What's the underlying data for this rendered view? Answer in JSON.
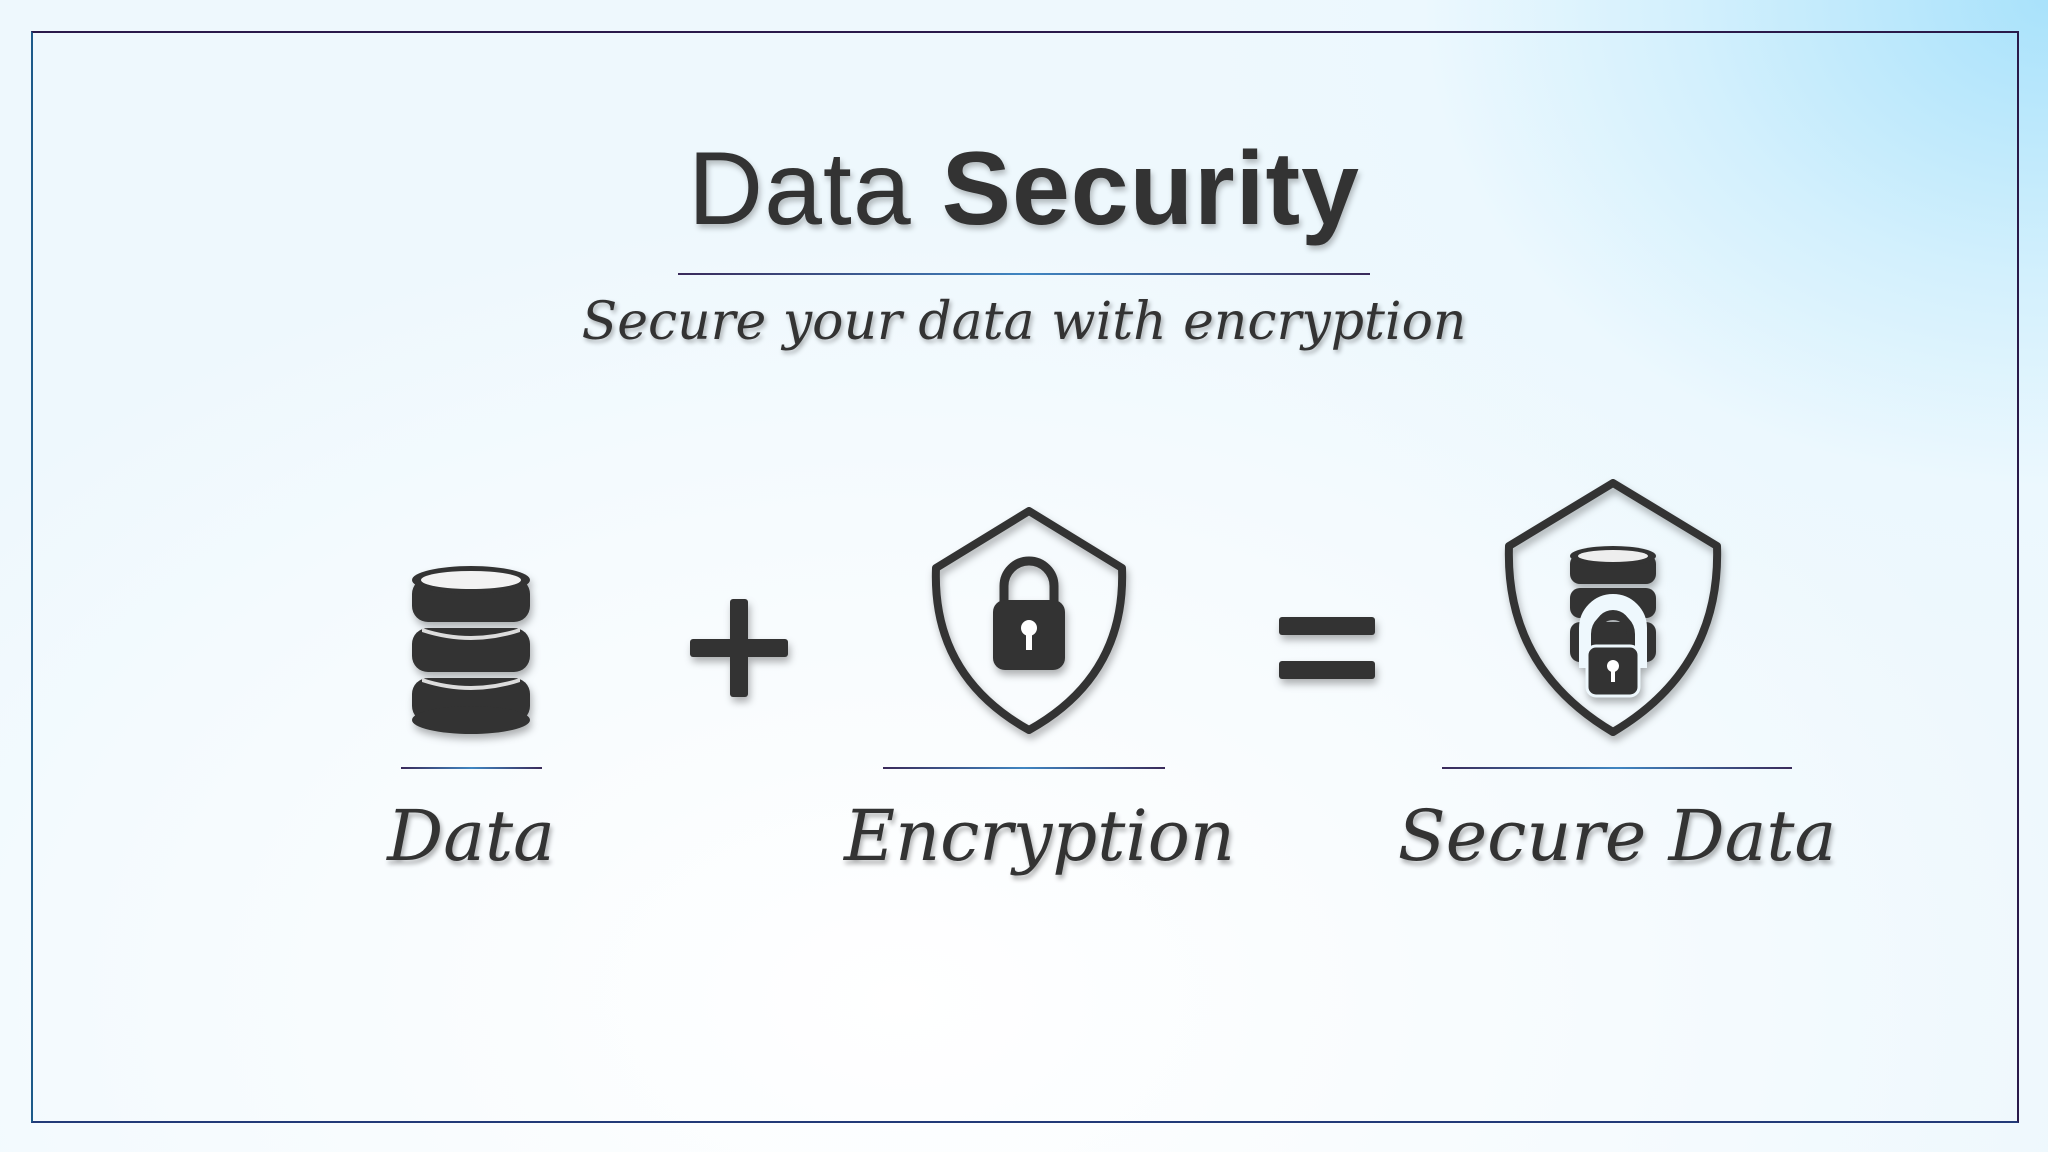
{
  "title": {
    "light": "Data",
    "bold": "Security"
  },
  "subtitle": "Secure your data with encryption",
  "equation": {
    "items": [
      {
        "label": "Data",
        "icon": "database-icon"
      },
      {
        "operator": "plus-icon"
      },
      {
        "label": "Encryption",
        "icon": "shield-lock-icon"
      },
      {
        "operator": "equals-icon"
      },
      {
        "label": "Secure Data",
        "icon": "shield-database-lock-icon"
      }
    ]
  },
  "colors": {
    "icon": "#333333",
    "accent": "#3f86c2",
    "background_tint": "#a9e2fb"
  }
}
